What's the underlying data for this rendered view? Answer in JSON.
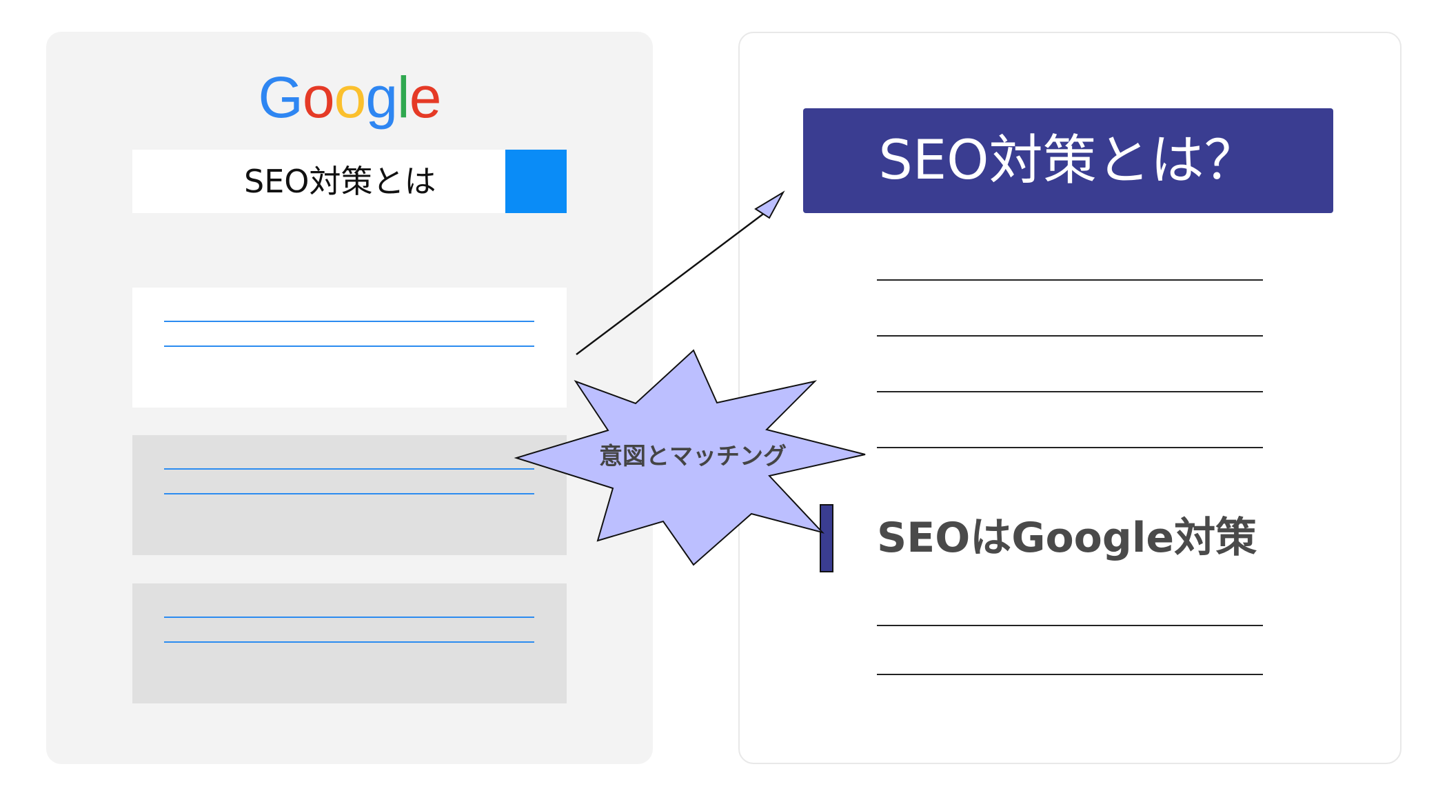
{
  "search": {
    "logo_letters": [
      {
        "char": "G",
        "color": "#2e86f2"
      },
      {
        "char": "o",
        "color": "#e53a26"
      },
      {
        "char": "o",
        "color": "#fbc02d"
      },
      {
        "char": "g",
        "color": "#2e86f2"
      },
      {
        "char": "l",
        "color": "#2fa84f"
      },
      {
        "char": "e",
        "color": "#e53a26"
      }
    ],
    "query": "SEO対策とは",
    "button_color": "#0a8cf7",
    "results": [
      {
        "state": "highlighted",
        "background": "#ffffff"
      },
      {
        "state": "normal",
        "background": "#e0e0e0"
      },
      {
        "state": "normal",
        "background": "#e0e0e0"
      }
    ]
  },
  "callout": {
    "text": "意図とマッチング",
    "fill": "#bcbfff"
  },
  "article": {
    "title": "SEO対策とは？",
    "title_color": "#3a3d91",
    "section_heading": "SEOはGoogle対策"
  }
}
